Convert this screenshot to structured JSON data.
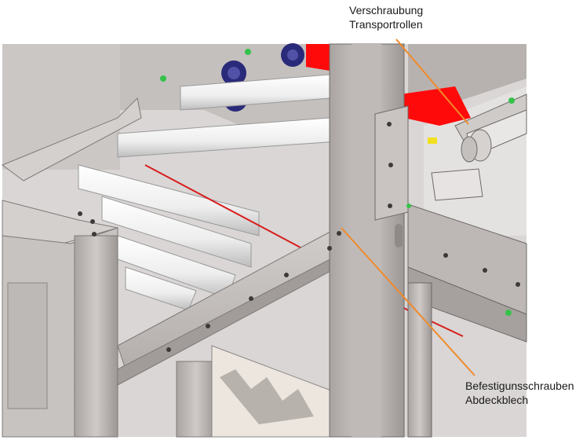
{
  "callouts": {
    "top": {
      "line1": "Verschraubung",
      "line2": "Transportrollen"
    },
    "bottom": {
      "line1": "Befestigunsschrauben",
      "line2": "Abdeckblech"
    }
  },
  "colors": {
    "frame": "#c8c4c2",
    "frame_dark": "#8e8a88",
    "background_panel": "#d9d6d5",
    "roller": "#f2f2f2",
    "red_part": "#ff0a0a",
    "blue_knob": "#2a2a7a",
    "green_dot": "#35c24a",
    "leader_line": "#f08a2a",
    "wire": "#d81c1c"
  }
}
